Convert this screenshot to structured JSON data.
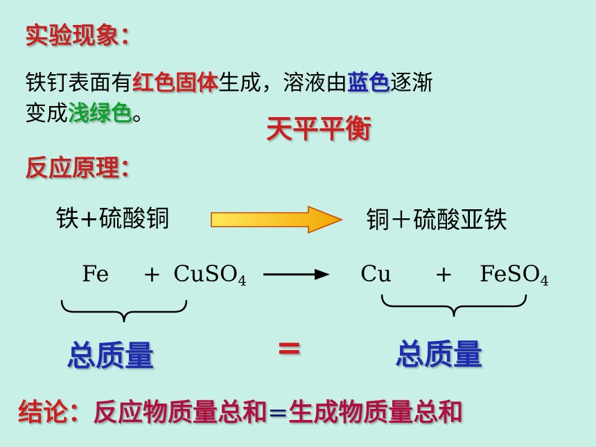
{
  "phenomenon": {
    "title": "实验现象：",
    "line1": {
      "a": "铁钉表面有",
      "b": "红色固体",
      "c": "生成，溶液由",
      "d": "蓝色",
      "e": "逐渐"
    },
    "line2": {
      "a": "变成",
      "b": "浅绿色",
      "c": "。"
    },
    "balance": "天平平衡"
  },
  "principle": {
    "title": "反应原理：",
    "reactants_word": "铁+硫酸铜",
    "products_word": "铜＋硫酸亚铁",
    "formula": {
      "fe": "Fe",
      "plus1": "+",
      "cuso": "CuSO",
      "sub1": "4",
      "cu": "Cu",
      "plus2": "+",
      "feso": "FeSO",
      "sub2": "4"
    },
    "mass_left": "总质量",
    "equals": "=",
    "mass_right": "总质量"
  },
  "conclusion": {
    "label": "结论：",
    "left": "反应物质量总和",
    "eq": "=",
    "right": "生成物质量总和"
  },
  "colors": {
    "background": "#c8f0e6",
    "red": "#d01d1d",
    "blue": "#1f1fb0",
    "green": "#10a030",
    "arrow_fill_start": "#ffe04a",
    "arrow_fill_end": "#f2a500"
  }
}
